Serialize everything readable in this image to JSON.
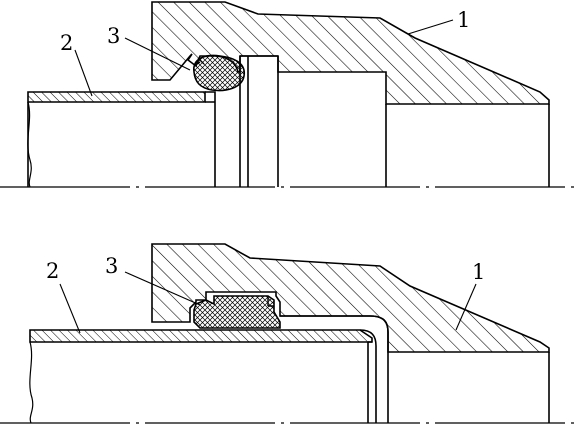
{
  "top": {
    "labels": {
      "part1": "1",
      "part2": "2",
      "part3": "3"
    }
  },
  "bottom": {
    "labels": {
      "part1": "1",
      "part2": "2",
      "part3": "3"
    }
  },
  "colors": {
    "ink": "#000000",
    "background": "#ffffff"
  }
}
